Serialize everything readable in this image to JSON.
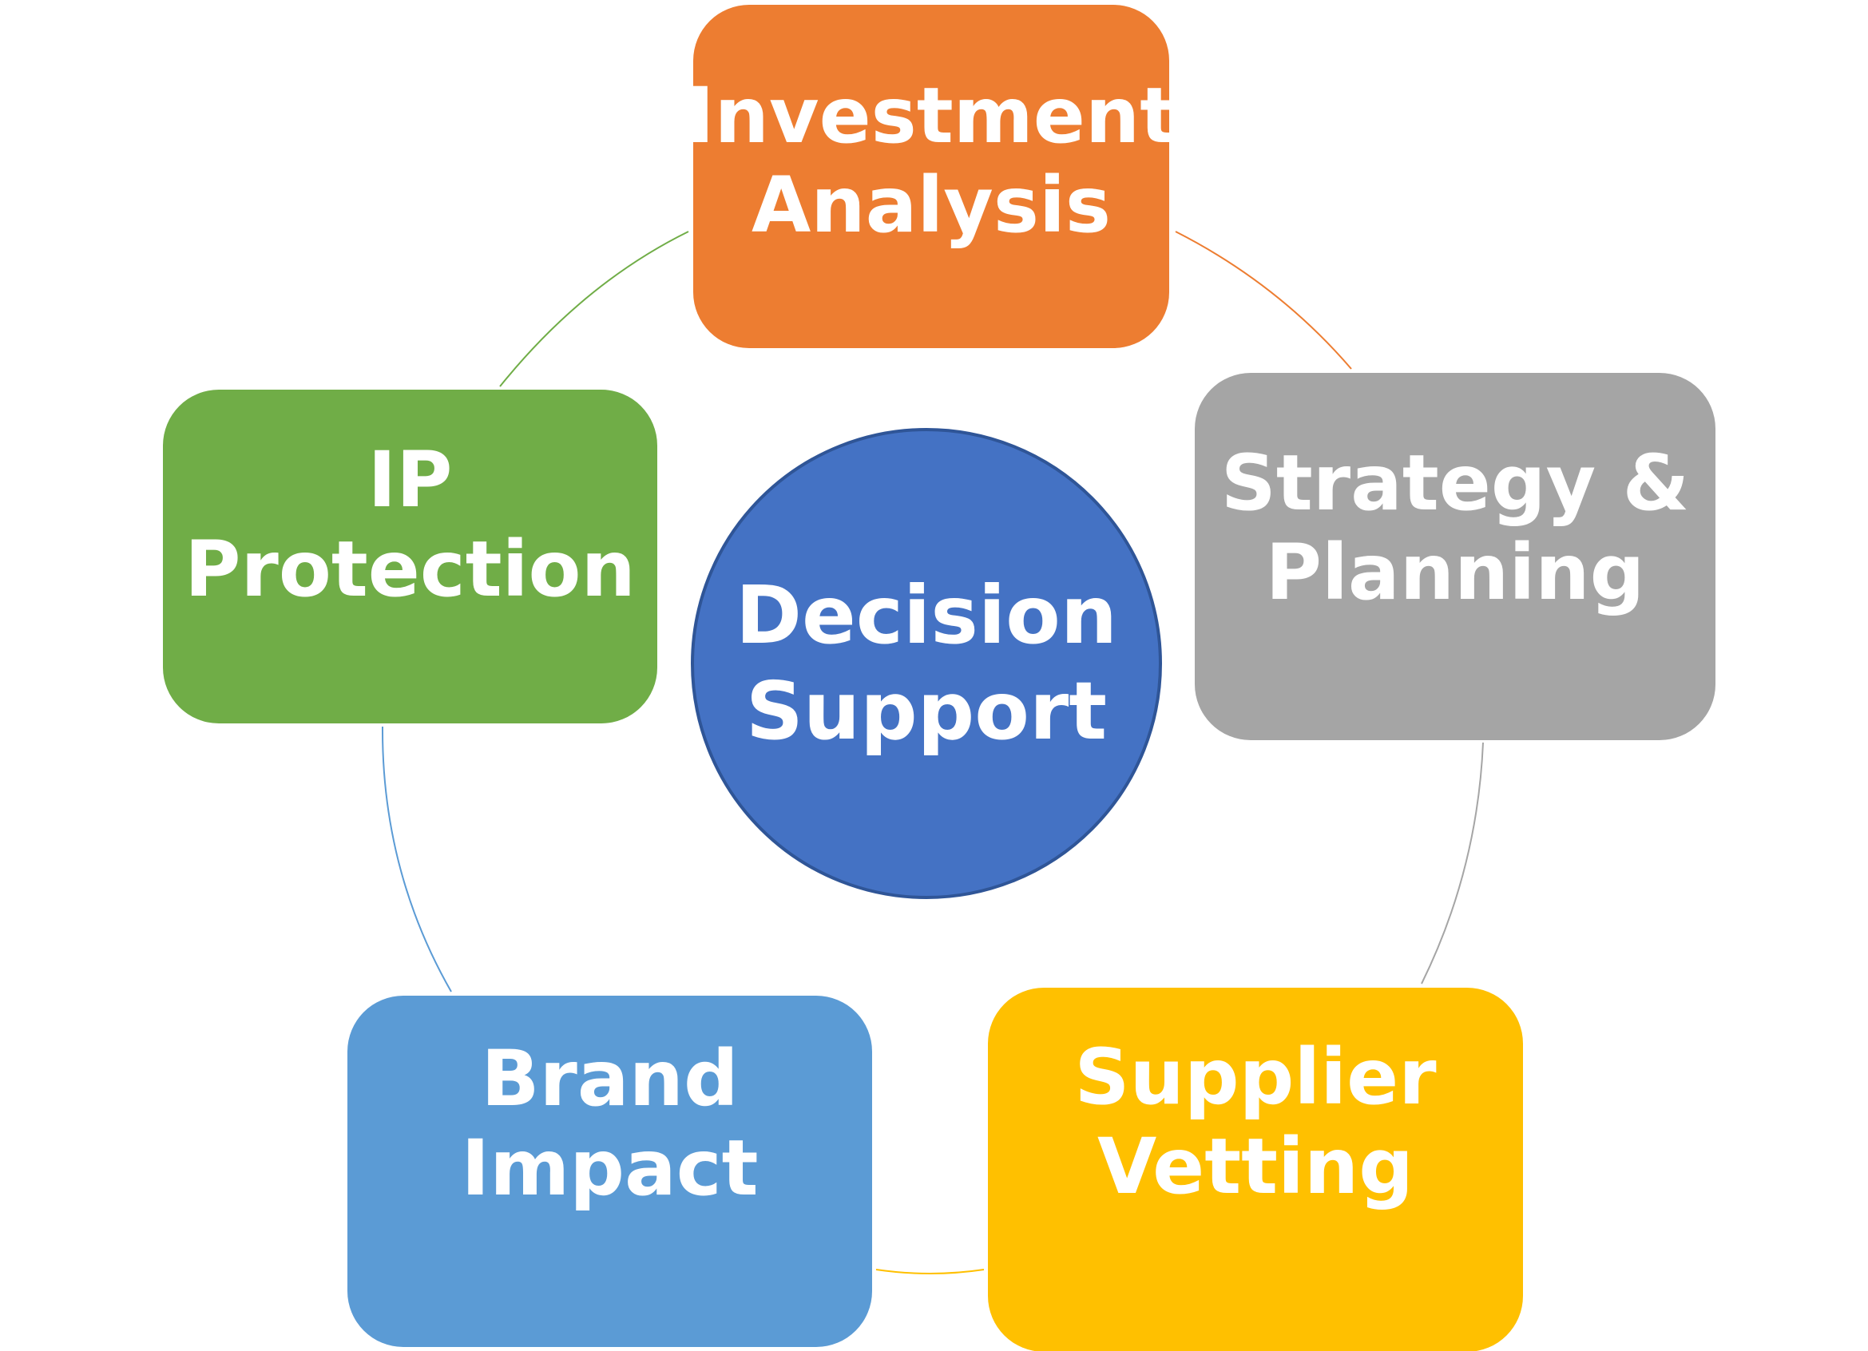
{
  "diagram": {
    "hub": {
      "lines": [
        "Decision",
        "Support"
      ],
      "fill": "#4472C4",
      "border": "#2F5597"
    },
    "nodes": [
      {
        "id": "investment",
        "lines": [
          "Investment",
          "Analysis"
        ],
        "fill": "#ED7D31",
        "connector_color": "#ED7D31"
      },
      {
        "id": "strategy",
        "lines": [
          "Strategy &",
          "Planning"
        ],
        "fill": "#A5A5A5",
        "connector_color": "#A5A5A5"
      },
      {
        "id": "supplier",
        "lines": [
          "Supplier",
          "Vetting"
        ],
        "fill": "#FFC000",
        "connector_color": "#FFC000"
      },
      {
        "id": "brand",
        "lines": [
          "Brand",
          "Impact"
        ],
        "fill": "#5B9BD5",
        "connector_color": "#5B9BD5"
      },
      {
        "id": "ip",
        "lines": [
          "IP",
          "Protection"
        ],
        "fill": "#70AD47",
        "connector_color": "#70AD47"
      }
    ]
  }
}
